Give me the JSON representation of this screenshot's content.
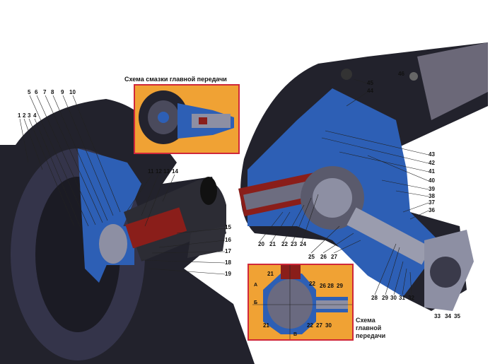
{
  "lubrication_inset": {
    "title": "Схема смазки главной передачи"
  },
  "gear_inset": {
    "caption_lines": [
      "Схема",
      "главной",
      "передачи"
    ],
    "labels": [
      "21",
      "22",
      "26",
      "28",
      "29",
      "21",
      "22",
      "27",
      "30"
    ],
    "dimensions": [
      "А",
      "Б",
      "В"
    ]
  },
  "callouts_left_top": [
    "1",
    "2",
    "3",
    "4"
  ],
  "callouts_left_upper": [
    "5",
    "6",
    "7",
    "8",
    "9",
    "10"
  ],
  "callouts_left_mid": [
    "11",
    "12",
    "13",
    "14"
  ],
  "callouts_left_right": [
    "15",
    "16",
    "17",
    "18",
    "19"
  ],
  "callouts_right_top": [
    "46",
    "45",
    "44"
  ],
  "callouts_right_side": [
    "43",
    "42",
    "41",
    "40",
    "39",
    "38",
    "37",
    "36"
  ],
  "callouts_bottom_a": [
    "20",
    "21",
    "22",
    "23",
    "24"
  ],
  "callouts_bottom_b": [
    "25",
    "26",
    "27"
  ],
  "callouts_bottom_c": [
    "28",
    "29",
    "30",
    "31",
    "32"
  ],
  "callouts_bottom_d": [
    "33",
    "34",
    "35"
  ],
  "colors": {
    "housing": "#2d5fb5",
    "metal": "#3a3a4a",
    "red": "#8a1e1a",
    "inset_bg": "#f0a234",
    "inset_border": "#d0283a"
  }
}
